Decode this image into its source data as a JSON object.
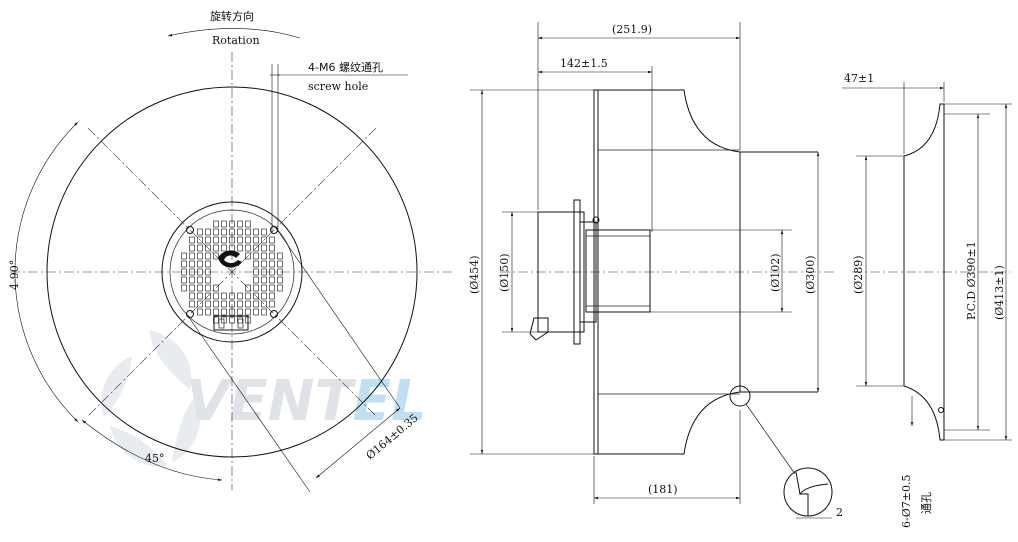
{
  "front_view": {
    "rotation_cn": "旋转方向",
    "rotation_en": "Rotation",
    "screw_cn": "4-M6 螺纹通孔",
    "screw_en": "screw hole",
    "angle_4x90": "4-90°",
    "angle_45": "45°",
    "pcd_164": "Ø164±0.35"
  },
  "side_view": {
    "dim_251_9": "(251.9)",
    "dim_142": "142±1.5",
    "dim_181": "(181)",
    "dim_454": "(Ø454)",
    "dim_150": "(Ø150)",
    "dim_102": "(Ø102)",
    "dim_300": "(Ø300)",
    "detail_2": "2"
  },
  "inlet_ring": {
    "dim_47": "47±1",
    "dim_289": "(Ø289)",
    "pcd_390": "P.C.D Ø390±1",
    "dim_413": "(Ø413±1)",
    "holes_en": "6-Ø7±0.5",
    "holes_cn": "通孔"
  },
  "watermark": {
    "text_main": "VENT",
    "text_accent": "EL",
    "color_main": "#dfe3e8",
    "color_accent": "#bfe0f2"
  }
}
